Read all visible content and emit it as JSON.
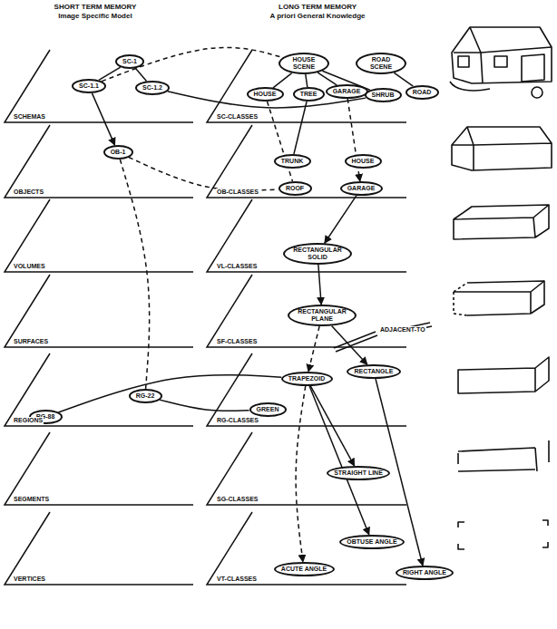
{
  "diagram": {
    "nodes": [
      {
        "text": [
          "SC-1"
        ]
      },
      {
        "text": [
          "SC-1.1"
        ]
      },
      {
        "text": [
          "SC-1.2"
        ]
      },
      {
        "text": [
          "OB-1"
        ]
      },
      {
        "text": [
          "RG-22"
        ]
      },
      {
        "text": [
          "RG-88"
        ]
      },
      {
        "text": [
          "HOUSE SCENE"
        ]
      },
      {
        "text": [
          "ROAD SCENE"
        ]
      },
      {
        "text": [
          "HOUSE"
        ]
      },
      {
        "text": [
          "TREE"
        ]
      },
      {
        "text": [
          "GARAGE"
        ]
      },
      {
        "text": [
          "SHRUB"
        ]
      },
      {
        "text": [
          "ROAD"
        ]
      },
      {
        "text": [
          "TRUNK"
        ]
      },
      {
        "text": [
          "HOUSE"
        ]
      },
      {
        "text": [
          "ROOF"
        ]
      },
      {
        "text": [
          "GARAGE"
        ]
      },
      {
        "text": [
          "RECTANGULAR SOLID"
        ]
      },
      {
        "text": [
          "RECTANGULAR PLANE"
        ]
      },
      {
        "text": [
          "TRAPEZOID"
        ]
      },
      {
        "text": [
          "RECTANGLE"
        ]
      },
      {
        "text": [
          "GREEN"
        ]
      },
      {
        "text": [
          "STRAIGHT LINE"
        ]
      },
      {
        "text": [
          "OBTUSE ANGLE"
        ]
      },
      {
        "text": [
          "ACUTE ANGLE"
        ]
      },
      {
        "text": [
          "RIGHT ANGLE"
        ]
      }
    ],
    "edges": [
      {
        "from": 0,
        "to": 1,
        "arrow": "none"
      },
      {
        "from": 0,
        "to": 2,
        "arrow": "none"
      },
      {
        "from": 1,
        "to": 3,
        "arrow": "to"
      },
      {
        "from": 1,
        "to": 6,
        "arrow": "none"
      },
      {
        "from": 2,
        "to": 11,
        "arrow": "none"
      },
      {
        "from": 3,
        "to": 4,
        "arrow": "none"
      },
      {
        "from": 3,
        "to": 15,
        "arrow": "none"
      },
      {
        "from": 4,
        "to": 21,
        "arrow": "none"
      },
      {
        "from": 5,
        "to": 19,
        "arrow": "none"
      },
      {
        "from": 6,
        "to": 8,
        "arrow": "none"
      },
      {
        "from": 6,
        "to": 9,
        "arrow": "none"
      },
      {
        "from": 6,
        "to": 10,
        "arrow": "none"
      },
      {
        "from": 6,
        "to": 11,
        "arrow": "none"
      },
      {
        "from": 7,
        "to": 12,
        "arrow": "none"
      },
      {
        "from": 8,
        "to": 15,
        "arrow": "none"
      },
      {
        "from": 10,
        "to": 16,
        "arrow": "to"
      },
      {
        "from": 9,
        "to": 13,
        "arrow": "none"
      },
      {
        "from": 16,
        "to": 17,
        "arrow": "to"
      },
      {
        "from": 17,
        "to": 18,
        "arrow": "to"
      },
      {
        "from": 18,
        "to": 19,
        "arrow": "to"
      },
      {
        "from": 18,
        "to": 20,
        "arrow": "to"
      },
      {
        "from": 19,
        "to": 22,
        "arrow": "to"
      },
      {
        "from": 19,
        "to": 23,
        "arrow": "to"
      },
      {
        "from": 19,
        "to": 24,
        "arrow": "to"
      },
      {
        "from": 20,
        "to": 25,
        "arrow": "to"
      }
    ],
    "labels": [
      "SHORT TERM MEMORY",
      "Image Specific Model",
      "LONG TERM MEMORY",
      "A priori General Knowledge",
      "SCHEMAS",
      "OBJECTS",
      "VOLUMES",
      "SURFACES",
      "REGIONS",
      "SEGMENTS",
      "VERTICES",
      "SC-CLASSES",
      "OB-CLASSES",
      "VL-CLASSES",
      "SF-CLASSES",
      "RG-CLASSES",
      "SG-CLASSES",
      "VT-CLASSES",
      "ADJACENT-TO"
    ]
  }
}
